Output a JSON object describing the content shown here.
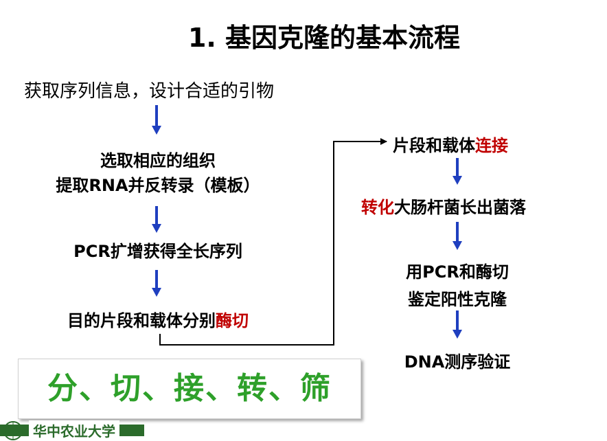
{
  "title": "1. 基因克隆的基本流程",
  "intro": "获取序列信息，设计合适的引物",
  "left_steps": {
    "step1_line1": "选取相应的组织",
    "step1_line2": "提取RNA并反转录（模板）",
    "step2": "PCR扩增获得全长序列",
    "step3_prefix": "目的片段和载体分别",
    "step3_highlight": "酶切"
  },
  "right_steps": {
    "step1_prefix": "片段和载体",
    "step1_highlight": "连接",
    "step2_highlight": "转化",
    "step2_suffix": "大肠杆菌长出菌落",
    "step3_line1": "用PCR和酶切",
    "step3_line2": "鉴定阳性克隆",
    "step4": "DNA测序验证"
  },
  "summary": "分、切、接、转、筛",
  "footer": "华中农业大学",
  "colors": {
    "arrow_blue": "#1f3fbf",
    "highlight_red": "#c00000",
    "summary_green": "#2ea02a",
    "footer_green": "#2b6b2b"
  }
}
